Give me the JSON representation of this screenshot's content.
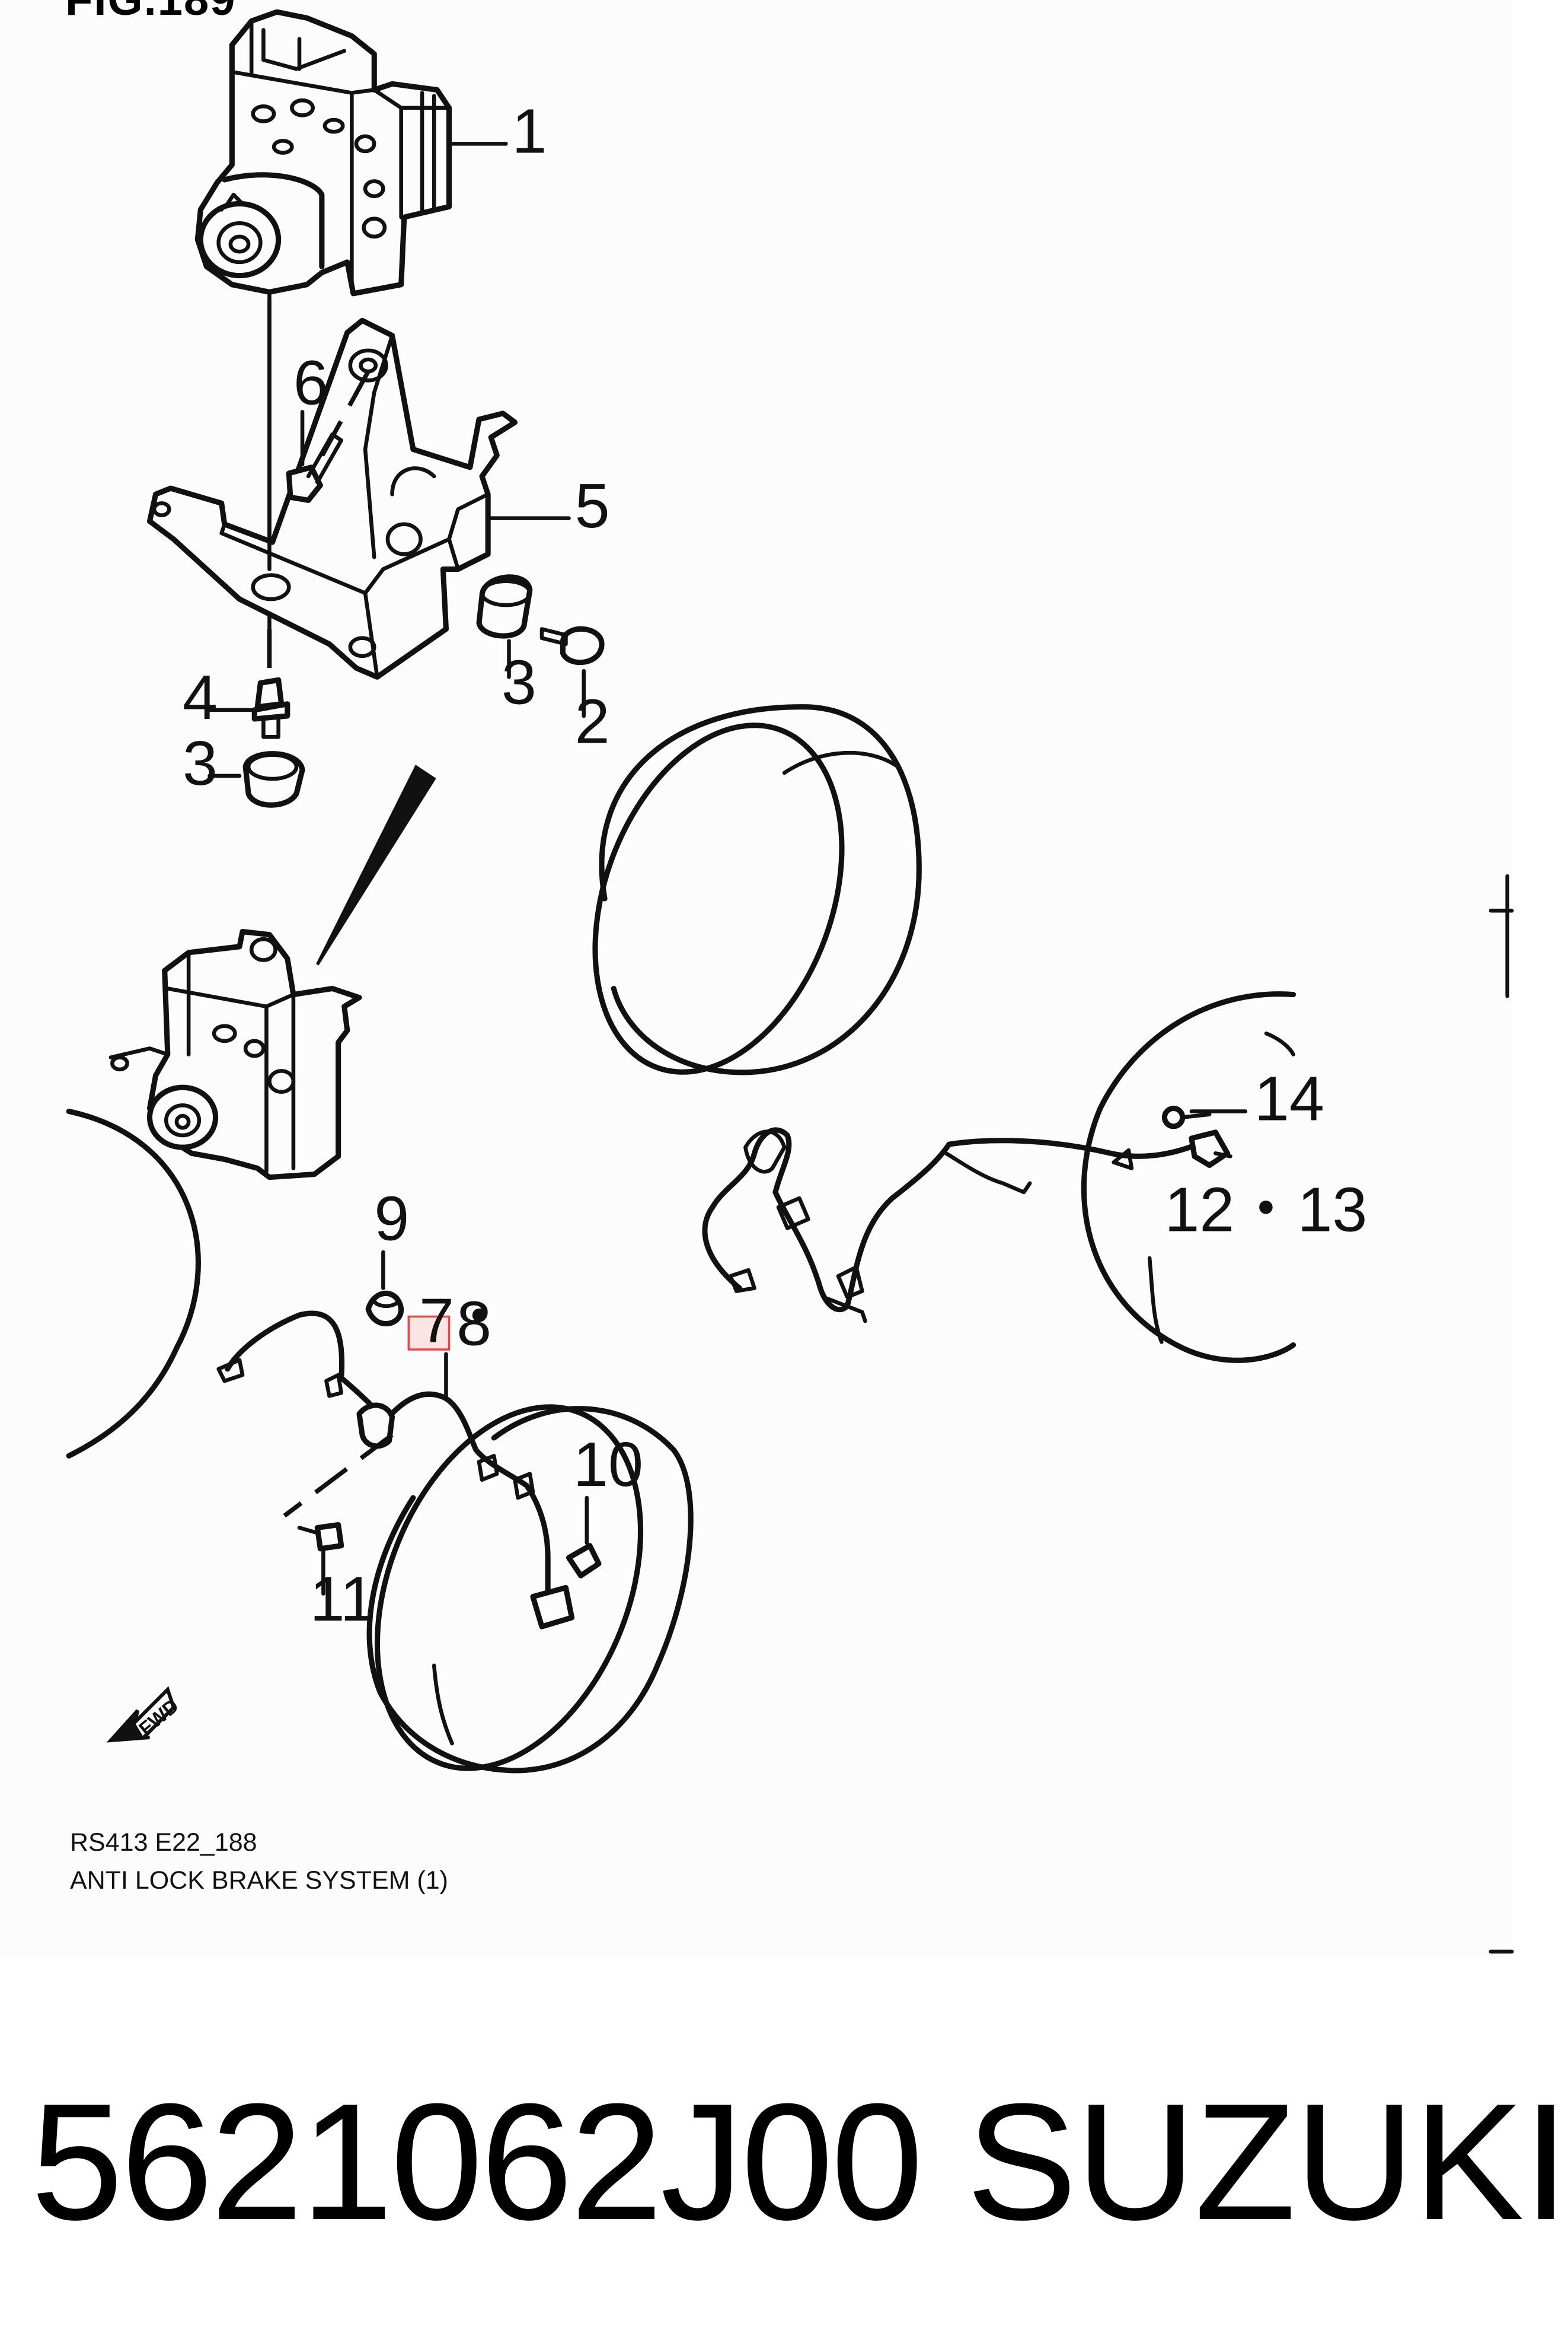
{
  "figure": {
    "title": "FIG.189",
    "code": "RS413 E22_188",
    "name": "ANTI LOCK BRAKE SYSTEM (1)"
  },
  "callouts": {
    "c1": "1",
    "c2": "2",
    "c3a": "3",
    "c3b": "3",
    "c4": "4",
    "c5": "5",
    "c6": "6",
    "c7": "7",
    "c8": "8",
    "c9": "9",
    "c10": "10",
    "c11": "11",
    "c1213": "12・13",
    "c14": "14"
  },
  "fwd_arrow": {
    "label": "FWD",
    "icon": "fwd-arrow-icon"
  },
  "highlight_color": "#e04b4b",
  "product": {
    "part_number": "5621062J00",
    "brand": "SUZUKI"
  }
}
